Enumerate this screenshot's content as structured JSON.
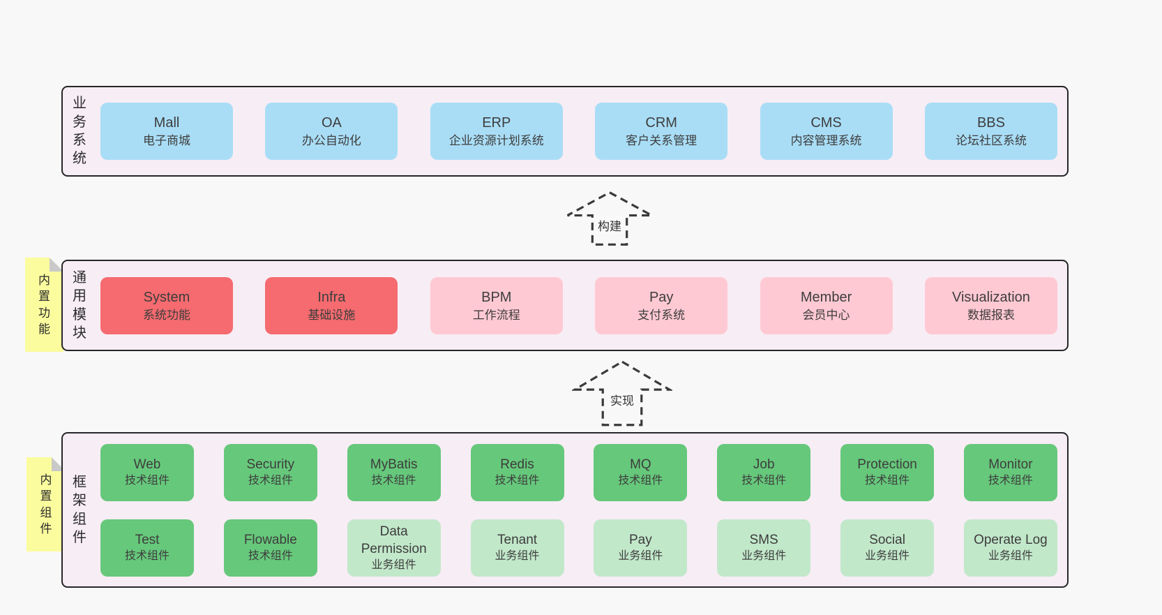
{
  "diagram": {
    "background": "#f8f8f8",
    "colors": {
      "panel_fill": "#f7edf5",
      "panel_border": "#262626",
      "node_blue": "#a9ddf6",
      "node_red": "#f56b6f",
      "node_pink": "#ffc9d3",
      "node_green_dark": "#66c87b",
      "node_green_light": "#c2e8ca",
      "sticky_yellow": "#fbfc9e",
      "sticky_fold_gray": "#c9c9c9",
      "text": "#3d3d3d",
      "arrow_dash": "#3a3a3a"
    }
  },
  "business": {
    "label": "业务系统",
    "items": [
      {
        "name": "Mall",
        "desc": "电子商城"
      },
      {
        "name": "OA",
        "desc": "办公自动化"
      },
      {
        "name": "ERP",
        "desc": "企业资源计划系统"
      },
      {
        "name": "CRM",
        "desc": "客户关系管理"
      },
      {
        "name": "CMS",
        "desc": "内容管理系统"
      },
      {
        "name": "BBS",
        "desc": "论坛社区系统"
      }
    ]
  },
  "arrows": [
    {
      "label": "构建"
    },
    {
      "label": "实现"
    }
  ],
  "modules": {
    "label": "通用模块",
    "sticky": "内置功能",
    "items": [
      {
        "name": "System",
        "desc": "系统功能",
        "variant": "red"
      },
      {
        "name": "Infra",
        "desc": "基础设施",
        "variant": "red"
      },
      {
        "name": "BPM",
        "desc": "工作流程",
        "variant": "pink"
      },
      {
        "name": "Pay",
        "desc": "支付系统",
        "variant": "pink"
      },
      {
        "name": "Member",
        "desc": "会员中心",
        "variant": "pink"
      },
      {
        "name": "Visualization",
        "desc": "数据报表",
        "variant": "pink"
      }
    ]
  },
  "framework": {
    "label": "框架组件",
    "sticky": "内置组件",
    "row1": [
      {
        "name": "Web",
        "desc": "技术组件",
        "variant": "green-dark"
      },
      {
        "name": "Security",
        "desc": "技术组件",
        "variant": "green-dark"
      },
      {
        "name": "MyBatis",
        "desc": "技术组件",
        "variant": "green-dark"
      },
      {
        "name": "Redis",
        "desc": "技术组件",
        "variant": "green-dark"
      },
      {
        "name": "MQ",
        "desc": "技术组件",
        "variant": "green-dark"
      },
      {
        "name": "Job",
        "desc": "技术组件",
        "variant": "green-dark"
      },
      {
        "name": "Protection",
        "desc": "技术组件",
        "variant": "green-dark"
      },
      {
        "name": "Monitor",
        "desc": "技术组件",
        "variant": "green-dark"
      }
    ],
    "row2": [
      {
        "name": "Test",
        "desc": "技术组件",
        "variant": "green-dark"
      },
      {
        "name": "Flowable",
        "desc": "技术组件",
        "variant": "green-dark"
      },
      {
        "name": "Data Permission",
        "desc": "业务组件",
        "variant": "green-light"
      },
      {
        "name": "Tenant",
        "desc": "业务组件",
        "variant": "green-light"
      },
      {
        "name": "Pay",
        "desc": "业务组件",
        "variant": "green-light"
      },
      {
        "name": "SMS",
        "desc": "业务组件",
        "variant": "green-light"
      },
      {
        "name": "Social",
        "desc": "业务组件",
        "variant": "green-light"
      },
      {
        "name": "Operate Log",
        "desc": "业务组件",
        "variant": "green-light"
      }
    ]
  }
}
